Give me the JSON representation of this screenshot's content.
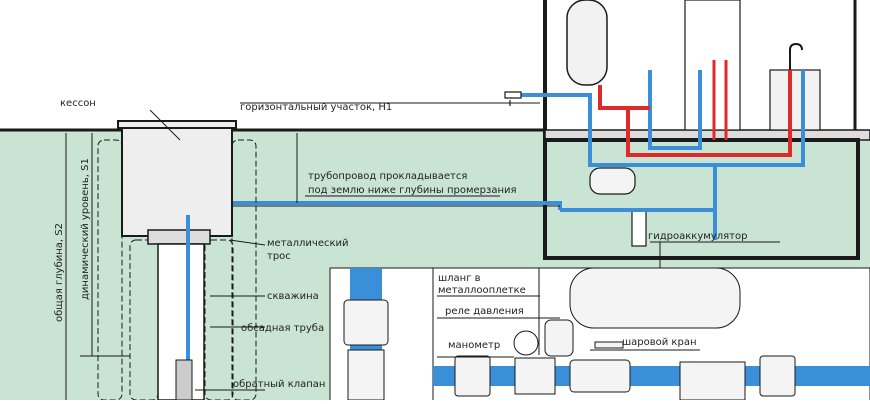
{
  "colors": {
    "ground": "#c9e4d2",
    "cold_pipe": "#3a8fd8",
    "hot_pipe": "#e02a2a",
    "outline": "#1a1a1a"
  },
  "labels": {
    "caisson": "кессон",
    "horizontal_section": "горизонтальный участок, H1",
    "pipeline_line1": "трубопровод прокладывается",
    "pipeline_line2": "под землю ниже глубины промерзания",
    "total_depth": "общая глубина, S2",
    "dynamic_level": "динамический уровень, S1",
    "steel_cable_line1": "металлический",
    "steel_cable_line2": "трос",
    "well": "скважина",
    "casing_pipe": "обсадная труба",
    "check_valve": "обратный клапан",
    "accumulator": "гидроаккумулятор",
    "braided_hose_line1": "шланг в",
    "braided_hose_line2": "металлооплетке",
    "pressure_switch": "реле давления",
    "manometer": "манометр",
    "ball_valve": "шаровой кран"
  }
}
